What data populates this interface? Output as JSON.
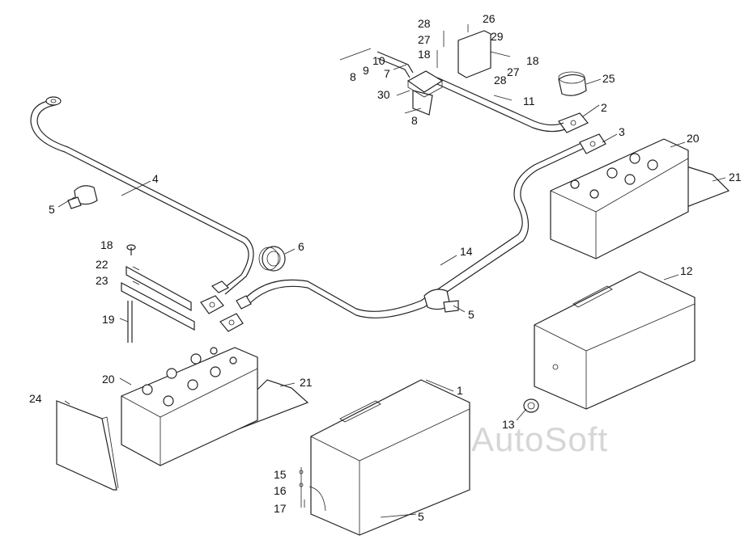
{
  "watermark": "AutoSoft",
  "labels": [
    {
      "id": "l1",
      "text": "1"
    },
    {
      "id": "l2",
      "text": "2"
    },
    {
      "id": "l3",
      "text": "3"
    },
    {
      "id": "l4",
      "text": "4"
    },
    {
      "id": "l5a",
      "text": "5"
    },
    {
      "id": "l5b",
      "text": "5"
    },
    {
      "id": "l5c",
      "text": "5"
    },
    {
      "id": "l6",
      "text": "6"
    },
    {
      "id": "l7",
      "text": "7"
    },
    {
      "id": "l8a",
      "text": "8"
    },
    {
      "id": "l8b",
      "text": "8"
    },
    {
      "id": "l9",
      "text": "9"
    },
    {
      "id": "l10",
      "text": "10"
    },
    {
      "id": "l11",
      "text": "11"
    },
    {
      "id": "l12",
      "text": "12"
    },
    {
      "id": "l13",
      "text": "13"
    },
    {
      "id": "l14",
      "text": "14"
    },
    {
      "id": "l15",
      "text": "15"
    },
    {
      "id": "l16",
      "text": "16"
    },
    {
      "id": "l17",
      "text": "17"
    },
    {
      "id": "l18a",
      "text": "18"
    },
    {
      "id": "l18b",
      "text": "18"
    },
    {
      "id": "l18c",
      "text": "18"
    },
    {
      "id": "l19",
      "text": "19"
    },
    {
      "id": "l20a",
      "text": "20"
    },
    {
      "id": "l20b",
      "text": "20"
    },
    {
      "id": "l21a",
      "text": "21"
    },
    {
      "id": "l21b",
      "text": "21"
    },
    {
      "id": "l22",
      "text": "22"
    },
    {
      "id": "l23",
      "text": "23"
    },
    {
      "id": "l24",
      "text": "24"
    },
    {
      "id": "l25",
      "text": "25"
    },
    {
      "id": "l26",
      "text": "26"
    },
    {
      "id": "l27a",
      "text": "27"
    },
    {
      "id": "l27b",
      "text": "27"
    },
    {
      "id": "l28a",
      "text": "28"
    },
    {
      "id": "l28b",
      "text": "28"
    },
    {
      "id": "l29",
      "text": "29"
    },
    {
      "id": "l30",
      "text": "30"
    }
  ]
}
